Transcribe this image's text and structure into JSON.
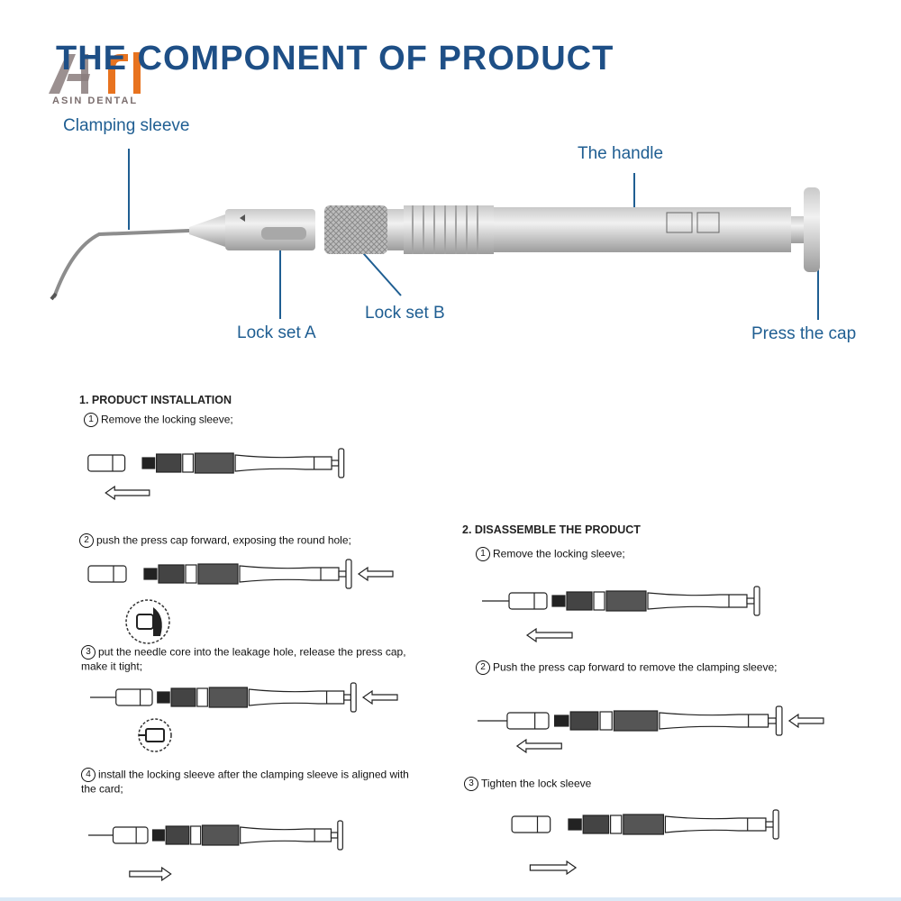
{
  "header": {
    "title": "THE COMPONENT OF PRODUCT",
    "logo_text": "ASIN DENTAL"
  },
  "callouts": {
    "clamping_sleeve": "Clamping sleeve",
    "handle": "The handle",
    "lock_a": "Lock set A",
    "lock_b": "Lock set B",
    "press_cap": "Press the cap"
  },
  "installation": {
    "title": "1. PRODUCT INSTALLATION",
    "steps": [
      {
        "num": "1",
        "text": "Remove the locking sleeve;"
      },
      {
        "num": "2",
        "text": "push the press cap forward, exposing the round hole;"
      },
      {
        "num": "3",
        "text": "put the needle core into the leakage hole, release the press cap, make it tight;"
      },
      {
        "num": "4",
        "text": "install the locking sleeve after the clamping sleeve is aligned with the card;"
      }
    ]
  },
  "disassemble": {
    "title": "2. DISASSEMBLE THE PRODUCT",
    "steps": [
      {
        "num": "1",
        "text": "Remove the locking sleeve;"
      },
      {
        "num": "2",
        "text": "Push the press cap forward to remove the clamping sleeve;"
      },
      {
        "num": "3",
        "text": "Tighten the lock sleeve"
      }
    ]
  },
  "colors": {
    "accent": "#1e4f86",
    "callout": "#1f5e92",
    "logo_orange": "#e8731f"
  },
  "icons": [
    "logo-mark",
    "dental-tool-illustration",
    "tool-diagram",
    "arrow-left-icon",
    "arrow-right-icon",
    "detail-circle-icon"
  ]
}
